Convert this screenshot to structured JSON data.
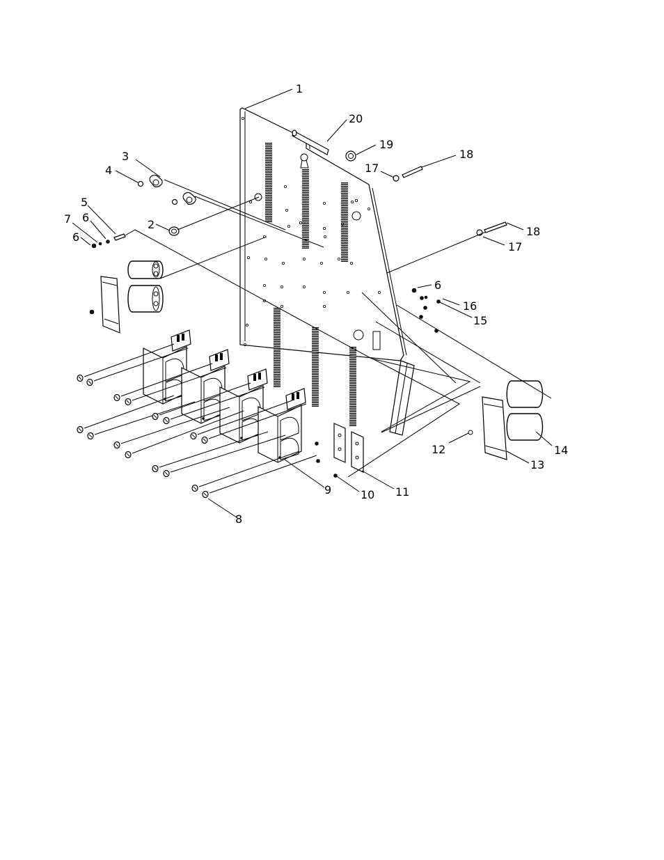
{
  "callouts": [
    {
      "id": "c1",
      "text": "1"
    },
    {
      "id": "c20",
      "text": "20"
    },
    {
      "id": "c19",
      "text": "19"
    },
    {
      "id": "c18a",
      "text": "18"
    },
    {
      "id": "c17a",
      "text": "17"
    },
    {
      "id": "c18b",
      "text": "18"
    },
    {
      "id": "c17b",
      "text": "17"
    },
    {
      "id": "c3",
      "text": "3"
    },
    {
      "id": "c4",
      "text": "4"
    },
    {
      "id": "c5",
      "text": "5"
    },
    {
      "id": "c6a",
      "text": "6"
    },
    {
      "id": "c7",
      "text": "7"
    },
    {
      "id": "c6b",
      "text": "6"
    },
    {
      "id": "c2",
      "text": "2"
    },
    {
      "id": "c6c",
      "text": "6"
    },
    {
      "id": "c16",
      "text": "16"
    },
    {
      "id": "c15",
      "text": "15"
    },
    {
      "id": "c12",
      "text": "12"
    },
    {
      "id": "c14",
      "text": "14"
    },
    {
      "id": "c13",
      "text": "13"
    },
    {
      "id": "c9",
      "text": "9"
    },
    {
      "id": "c10",
      "text": "10"
    },
    {
      "id": "c11",
      "text": "11"
    },
    {
      "id": "c8",
      "text": "8"
    }
  ]
}
